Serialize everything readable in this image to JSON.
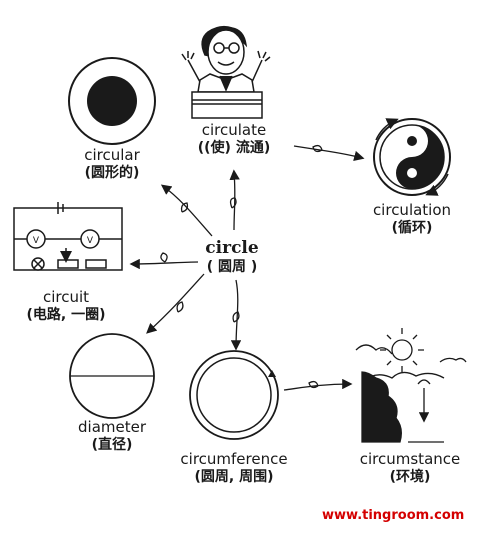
{
  "nodes": {
    "center": {
      "en": "circle",
      "zh": "( 圆周 )"
    },
    "circulate": {
      "en": "circulate",
      "zh": "((使) 流通)"
    },
    "circular": {
      "en": "circular",
      "zh": "(圆形的)"
    },
    "circulation": {
      "en": "circulation",
      "zh": "(循环)"
    },
    "circuit": {
      "en": "circuit",
      "zh": "(电路, 一圈)"
    },
    "diameter": {
      "en": "diameter",
      "zh": "(直径)"
    },
    "circumference": {
      "en": "circumference",
      "zh": "(圆周, 周围)"
    },
    "circumstance": {
      "en": "circumstance",
      "zh": "(环境)"
    }
  },
  "watermark": "www.tingroom.com",
  "colors": {
    "ink": "#1a1a1a",
    "watermark": "#d40000"
  }
}
